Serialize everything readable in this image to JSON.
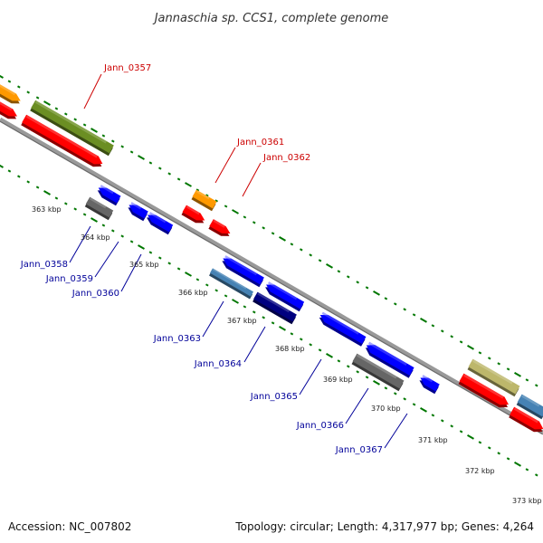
{
  "title": "Jannaschia sp. CCS1, complete genome",
  "footer": {
    "accession": "Accession: NC_007802",
    "summary": "Topology: circular; Length: 4,317,977 bp; Genes: 4,264"
  },
  "tick_labels": [
    "363 kbp",
    "364 kbp",
    "365 kbp",
    "366 kbp",
    "367 kbp",
    "368 kbp",
    "369 kbp",
    "370 kbp",
    "371 kbp",
    "372 kbp",
    "373 kbp"
  ],
  "genes_outer": [
    "Jann_0357",
    "Jann_0361",
    "Jann_0362"
  ],
  "genes_inner": [
    "Jann_0358",
    "Jann_0359",
    "Jann_0360",
    "Jann_0363",
    "Jann_0364",
    "Jann_0365",
    "Jann_0366",
    "Jann_0367"
  ],
  "colors": {
    "orange": "#ff9900",
    "red": "#ff0000",
    "olive": "#6b8e23",
    "khaki": "#bdb76b",
    "steelblue": "#4682b4",
    "blue": "#0000ff",
    "navy": "#000080",
    "gray": "#666666",
    "backbone": "#999999",
    "tick": "#007700",
    "label_red": "#cc0000",
    "label_blue": "#000099"
  }
}
